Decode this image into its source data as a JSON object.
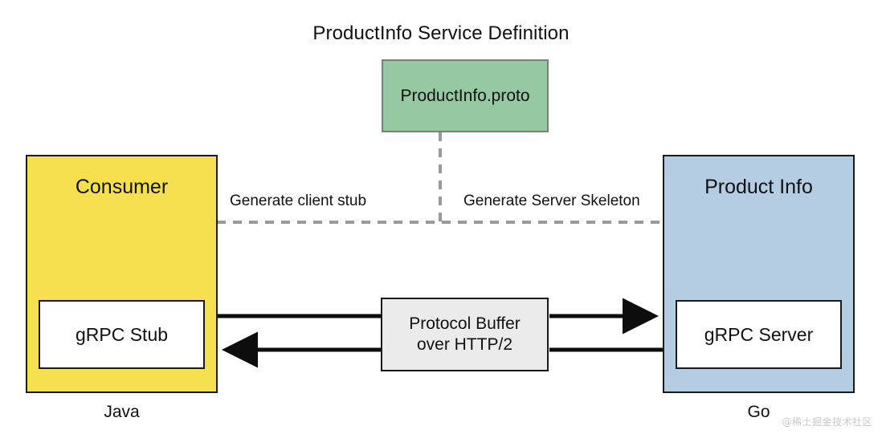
{
  "diagram": {
    "title": "ProductInfo Service Definition",
    "proto_box": {
      "label": "ProductInfo.proto",
      "fill": "#95C9A1",
      "stroke": "#7D7D7D"
    },
    "consumer": {
      "title": "Consumer",
      "inner_label": "gRPC Stub",
      "language": "Java",
      "fill": "#F6E04F",
      "stroke": "#1A1A1A"
    },
    "provider": {
      "title": "Product Info",
      "inner_label": "gRPC Server",
      "language": "Go",
      "fill": "#B5CDE3",
      "stroke": "#1A1A1A"
    },
    "transport": {
      "line1": "Protocol Buffer",
      "line2": "over HTTP/2",
      "fill": "#EBEBEB",
      "stroke": "#1A1A1A"
    },
    "generation": {
      "client_label": "Generate client stub",
      "server_label": "Generate Server Skeleton",
      "dash_color": "#9A9A9A"
    },
    "watermark": "@稀土掘金技术社区"
  }
}
